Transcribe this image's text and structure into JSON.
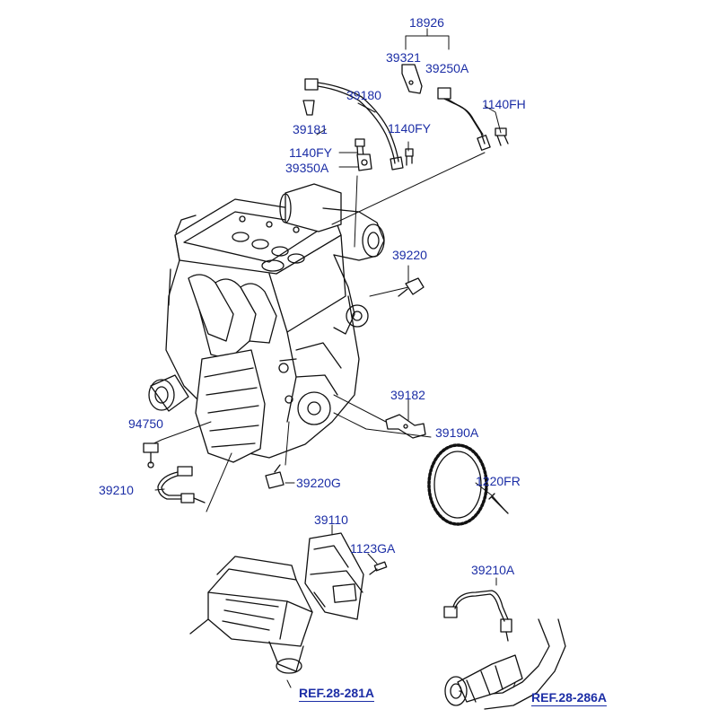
{
  "colors": {
    "label": "#1c2ea6",
    "line": "#111111",
    "background": "#ffffff"
  },
  "labels": {
    "p18926": "18926",
    "p39321": "39321",
    "p39250A": "39250A",
    "p39180": "39180",
    "p1140FH": "1140FH",
    "p39181": "39181",
    "p1140FY_a": "1140FY",
    "p1140FY_b": "1140FY",
    "p39350A": "39350A",
    "p39220": "39220",
    "p39182": "39182",
    "p94750": "94750",
    "p39190A": "39190A",
    "p39210": "39210",
    "p39220G": "39220G",
    "p1220FR": "1220FR",
    "p39110": "39110",
    "p1123GA": "1123GA",
    "p39210A": "39210A"
  },
  "refs": {
    "air_cleaner": "REF.28-281A",
    "exhaust": "REF.28-286A"
  }
}
